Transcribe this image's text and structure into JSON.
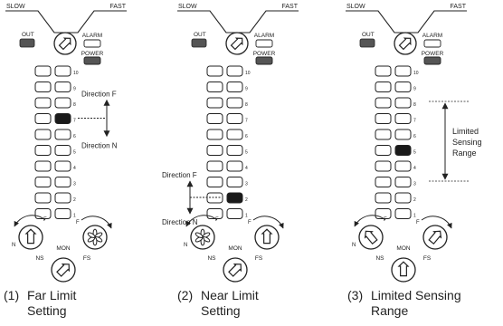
{
  "panels": [
    {
      "id": "far",
      "labels": {
        "slow": "SLOW",
        "fast": "FAST",
        "out": "OUT",
        "alarm": "ALARM",
        "power": "POWER",
        "f": "F",
        "n": "N",
        "ns": "NS",
        "mon": "MON",
        "fs": "FS"
      },
      "scale": [
        "10",
        "9",
        "8",
        "7",
        "6",
        "5",
        "4",
        "3",
        "2",
        "1"
      ],
      "lit_row": 3,
      "left_knob": "arrow",
      "right_knob": "asterisk",
      "annotations": {
        "dir_f": "Direction F",
        "dir_n": "Direction N"
      },
      "caption": {
        "num": "(1)",
        "line1": "Far Limit",
        "line2": "Setting"
      }
    },
    {
      "id": "near",
      "labels": {
        "slow": "SLOW",
        "fast": "FAST",
        "out": "OUT",
        "alarm": "ALARM",
        "power": "POWER",
        "f": "F",
        "n": "N",
        "ns": "NS",
        "mon": "MON",
        "fs": "FS"
      },
      "scale": [
        "10",
        "9",
        "8",
        "7",
        "6",
        "5",
        "4",
        "3",
        "2",
        "1"
      ],
      "lit_row": 8,
      "left_knob": "asterisk",
      "right_knob": "arrow",
      "annotations": {
        "dir_f": "Direction F",
        "dir_n": "Direction N"
      },
      "caption": {
        "num": "(2)",
        "line1": "Near Limit",
        "line2": "Setting"
      }
    },
    {
      "id": "limited",
      "labels": {
        "slow": "SLOW",
        "fast": "FAST",
        "out": "OUT",
        "alarm": "ALARM",
        "power": "POWER",
        "f": "F",
        "n": "N",
        "ns": "NS",
        "mon": "MON",
        "fs": "FS"
      },
      "scale": [
        "10",
        "9",
        "8",
        "7",
        "6",
        "5",
        "4",
        "3",
        "2",
        "1"
      ],
      "lit_row": 5,
      "left_knob": "arrow",
      "right_knob": "arrow",
      "annotations": {
        "range_line1": "Limited",
        "range_line2": "Sensing",
        "range_line3": "Range"
      },
      "caption": {
        "num": "(3)",
        "line1": "Limited Sensing",
        "line2": "Range"
      }
    }
  ]
}
